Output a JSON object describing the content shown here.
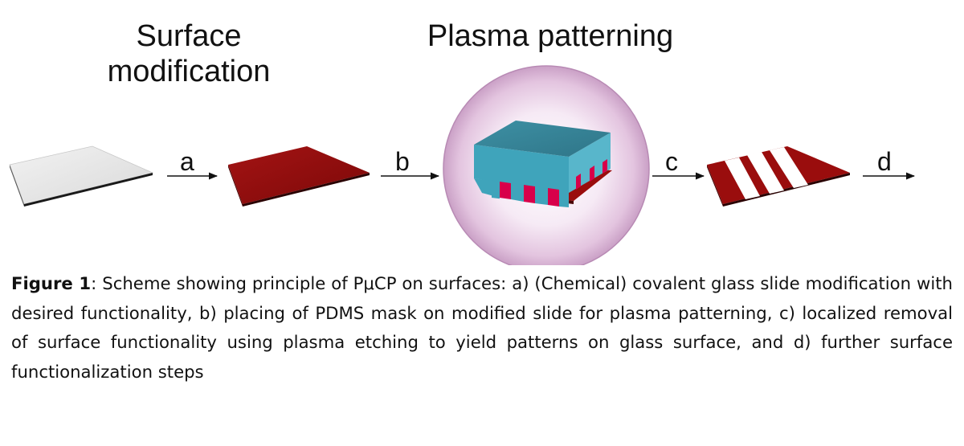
{
  "headings": {
    "surface_modification": "Surface modification",
    "plasma_patterning": "Plasma patterning"
  },
  "steps": {
    "a": "a",
    "b": "b",
    "c": "c",
    "d": "d"
  },
  "caption": {
    "figure_label": "Figure 1",
    "text": ": Scheme showing principle of PμCP on surfaces: a) (Chemical) covalent glass slide modification with desired functionality, b) placing of PDMS mask on modified slide for plasma patterning, c) localized removal of surface functionality using plasma etching to yield patterns on glass surface, and d) further surface functionalization steps"
  },
  "colors": {
    "glass_slide": "#e6e6e6",
    "modified_surface": "#9a0d0d",
    "pdms_mask": "#3a8fa3",
    "exposed_substrate": "#d8004a",
    "plasma_glow": "#e8cfe6",
    "arrow": "#111111"
  }
}
